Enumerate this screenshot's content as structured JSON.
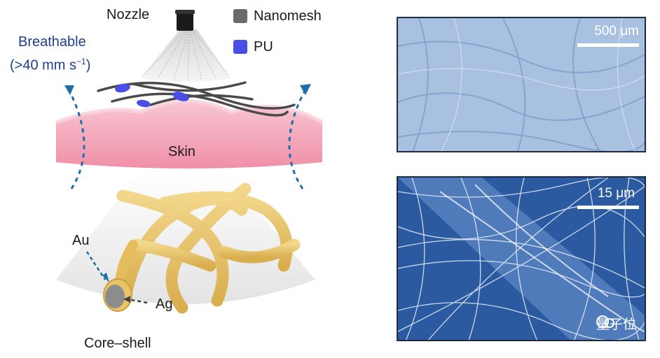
{
  "labels": {
    "nozzle": "Nozzle",
    "breathable_line1": "Breathable",
    "breathable_line2": "(>40 mm s",
    "breathable_exp": "−1",
    "breathable_close": ")",
    "skin": "Skin",
    "au": "Au",
    "ag": "Ag",
    "core_shell": "Core–shell"
  },
  "legend": [
    {
      "label": "Nanomesh",
      "color": "#6b6b6b"
    },
    {
      "label": "PU",
      "color": "#4a4ee6"
    }
  ],
  "panels": [
    {
      "scale_label": "500 μm"
    },
    {
      "scale_label": "15 μm"
    }
  ],
  "watermark": {
    "text": "量子位"
  },
  "colors": {
    "skin": "#f4a9bd",
    "fiber": "#e8c46c",
    "arrow": "#1e6ea8",
    "sem_light": "#a9c1e0",
    "sem_dark": "#2c5aa0"
  }
}
